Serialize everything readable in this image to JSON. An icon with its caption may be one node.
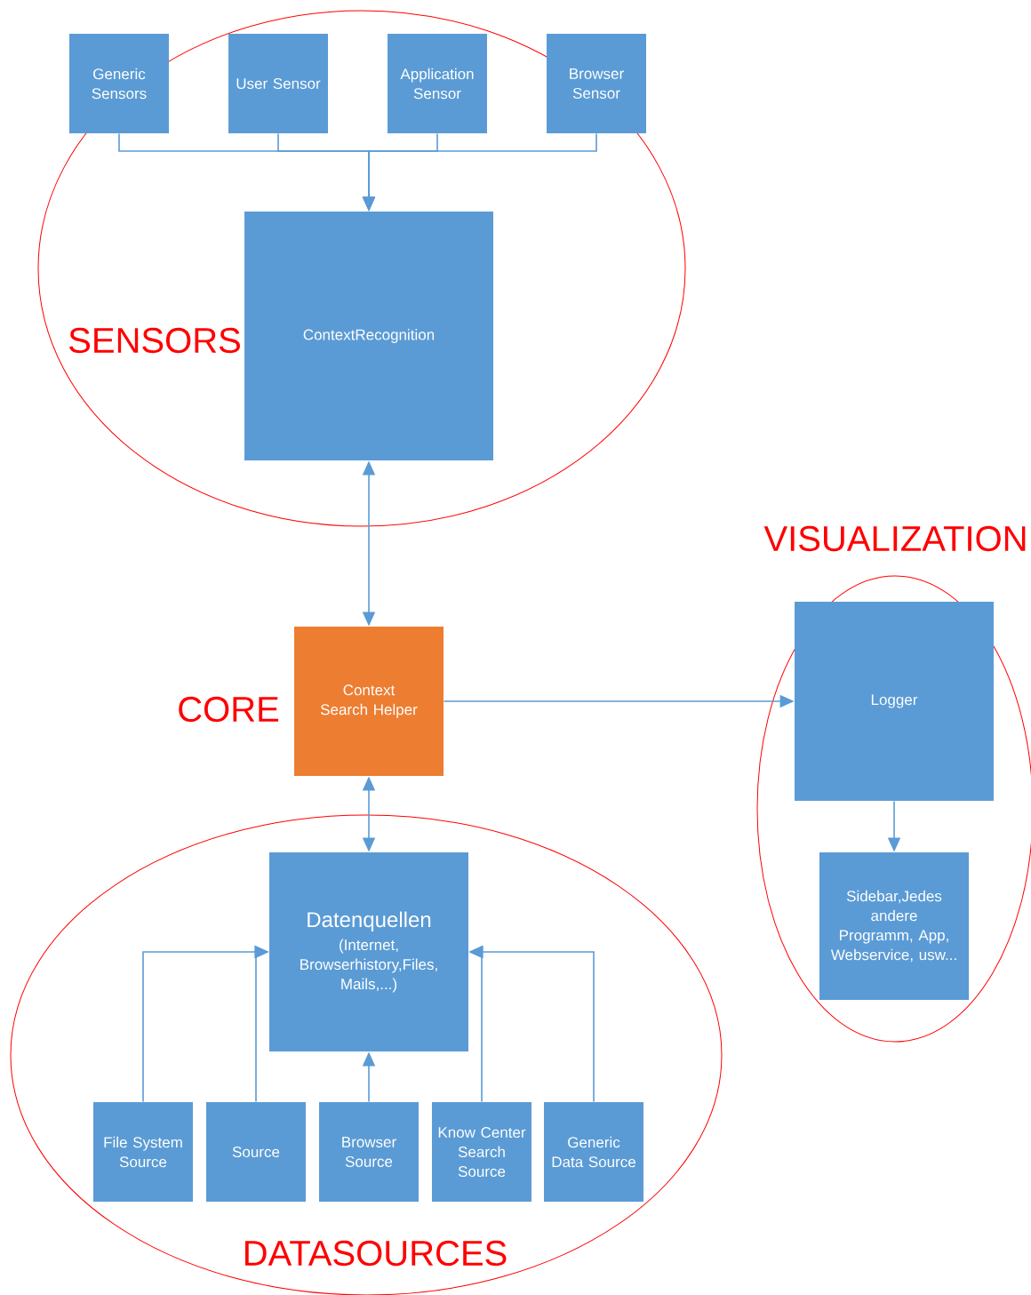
{
  "diagram": {
    "nodes": [
      {
        "text": [
          "Generic Sensors"
        ]
      },
      {
        "text": [
          "User Sensor"
        ]
      },
      {
        "text": [
          "Application Sensor"
        ]
      },
      {
        "text": [
          "Browser Sensor"
        ]
      },
      {
        "text": [
          "ContextRecognition"
        ]
      },
      {
        "text": [
          "Context Search Helper"
        ]
      },
      {
        "text": [
          "Logger"
        ]
      },
      {
        "text": [
          "Sidebar,Jedes andere Programm, App, Webservice, usw..."
        ]
      },
      {
        "text": [
          "Datenquellen",
          "(Internet, Browserhistory,Files, Mails,...)"
        ]
      },
      {
        "text": [
          "File System Source"
        ]
      },
      {
        "text": [
          "Source"
        ]
      },
      {
        "text": [
          "Browser Source"
        ]
      },
      {
        "text": [
          "Know Center Search Source"
        ]
      },
      {
        "text": [
          "Generic Data Source"
        ]
      }
    ],
    "edges": [
      {
        "from": 0,
        "to": 4,
        "arrow": "to"
      },
      {
        "from": 1,
        "to": 4,
        "arrow": "to"
      },
      {
        "from": 2,
        "to": 4,
        "arrow": "to"
      },
      {
        "from": 3,
        "to": 4,
        "arrow": "to"
      },
      {
        "from": 4,
        "to": 5,
        "arrow": "both"
      },
      {
        "from": 5,
        "to": 6,
        "arrow": "to"
      },
      {
        "from": 6,
        "to": 7,
        "arrow": "to"
      },
      {
        "from": 5,
        "to": 8,
        "arrow": "both"
      },
      {
        "from": 9,
        "to": 8,
        "arrow": "to"
      },
      {
        "from": 10,
        "to": 8,
        "arrow": "to"
      },
      {
        "from": 11,
        "to": 8,
        "arrow": "to"
      },
      {
        "from": 12,
        "to": 8,
        "arrow": "to"
      },
      {
        "from": 13,
        "to": 8,
        "arrow": "to"
      }
    ],
    "labels": [
      "SENSORS",
      "VISUALIZATION",
      "CORE",
      "DATASOURCES"
    ]
  }
}
